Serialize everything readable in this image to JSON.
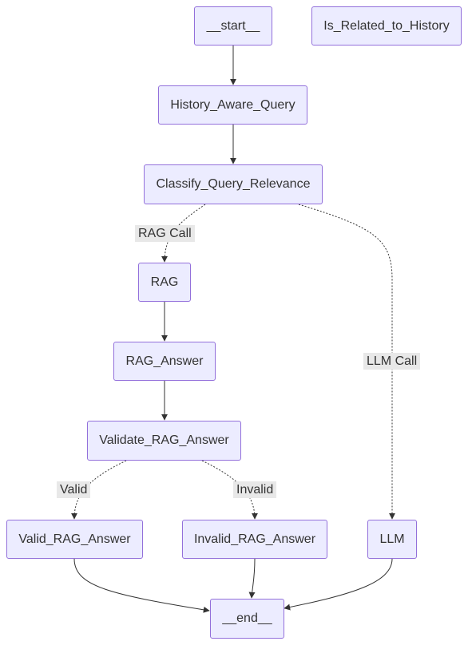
{
  "nodes": {
    "start": "__start__",
    "is_related": "Is_Related_to_History",
    "history_aware": "History_Aware_Query",
    "classify": "Classify_Query_Relevance",
    "rag": "RAG",
    "rag_answer": "RAG_Answer",
    "validate": "Validate_RAG_Answer",
    "valid": "Valid_RAG_Answer",
    "invalid": "Invalid_RAG_Answer",
    "llm": "LLM",
    "end": "__end__"
  },
  "edge_labels": {
    "rag_call": "RAG Call",
    "llm_call": "LLM Call",
    "valid": "Valid",
    "invalid": "Invalid"
  },
  "colors": {
    "node_fill": "#ECECFF",
    "node_border": "#9370DB",
    "edge": "#333333",
    "label_bg": "#e8e8e8"
  }
}
